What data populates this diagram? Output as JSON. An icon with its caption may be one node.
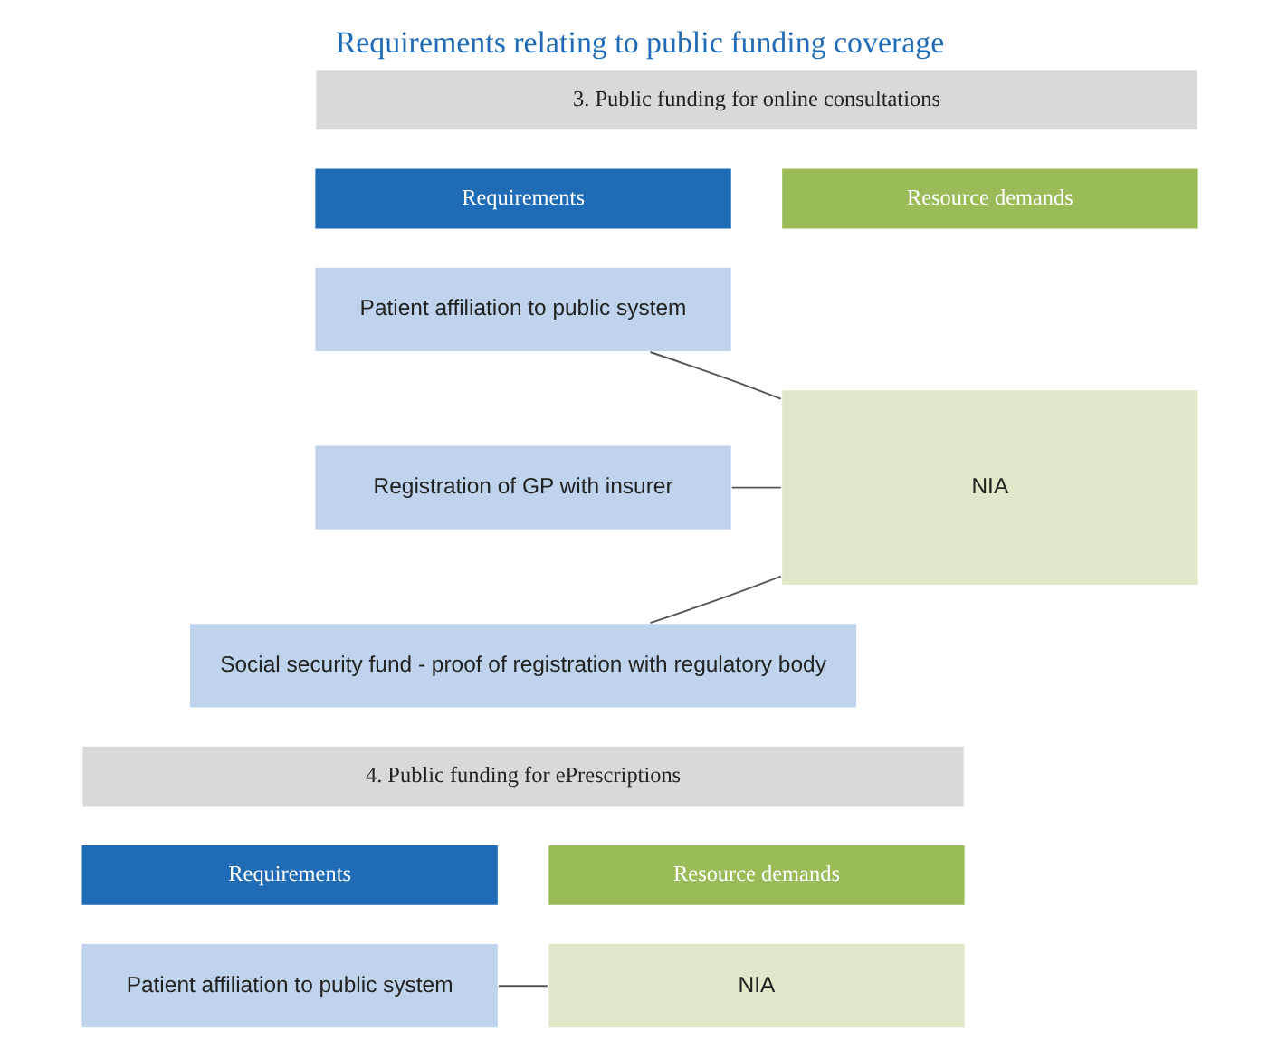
{
  "diagram": {
    "title": "Requirements relating to public funding coverage",
    "nodes": [
      {
        "text": [
          "3. Public funding for online consultations"
        ]
      },
      {
        "text": [
          "Requirements"
        ]
      },
      {
        "text": [
          "Resource demands"
        ]
      },
      {
        "text": [
          "Patient affiliation to public system"
        ]
      },
      {
        "text": [
          "Registration of GP with insurer"
        ]
      },
      {
        "text": [
          "Social security fund - proof of registration with regulatory body"
        ]
      },
      {
        "text": [
          "NIA"
        ]
      },
      {
        "text": [
          "4. Public funding for ePrescriptions"
        ]
      },
      {
        "text": [
          "Requirements"
        ]
      },
      {
        "text": [
          "Resource demands"
        ]
      },
      {
        "text": [
          "Patient affiliation to public system"
        ]
      },
      {
        "text": [
          "NIA"
        ]
      }
    ],
    "edges": [
      {
        "from": 3,
        "to": 6,
        "arrow": "none"
      },
      {
        "from": 4,
        "to": 6,
        "arrow": "none"
      },
      {
        "from": 5,
        "to": 6,
        "arrow": "none"
      },
      {
        "from": 10,
        "to": 11,
        "arrow": "none"
      }
    ]
  }
}
